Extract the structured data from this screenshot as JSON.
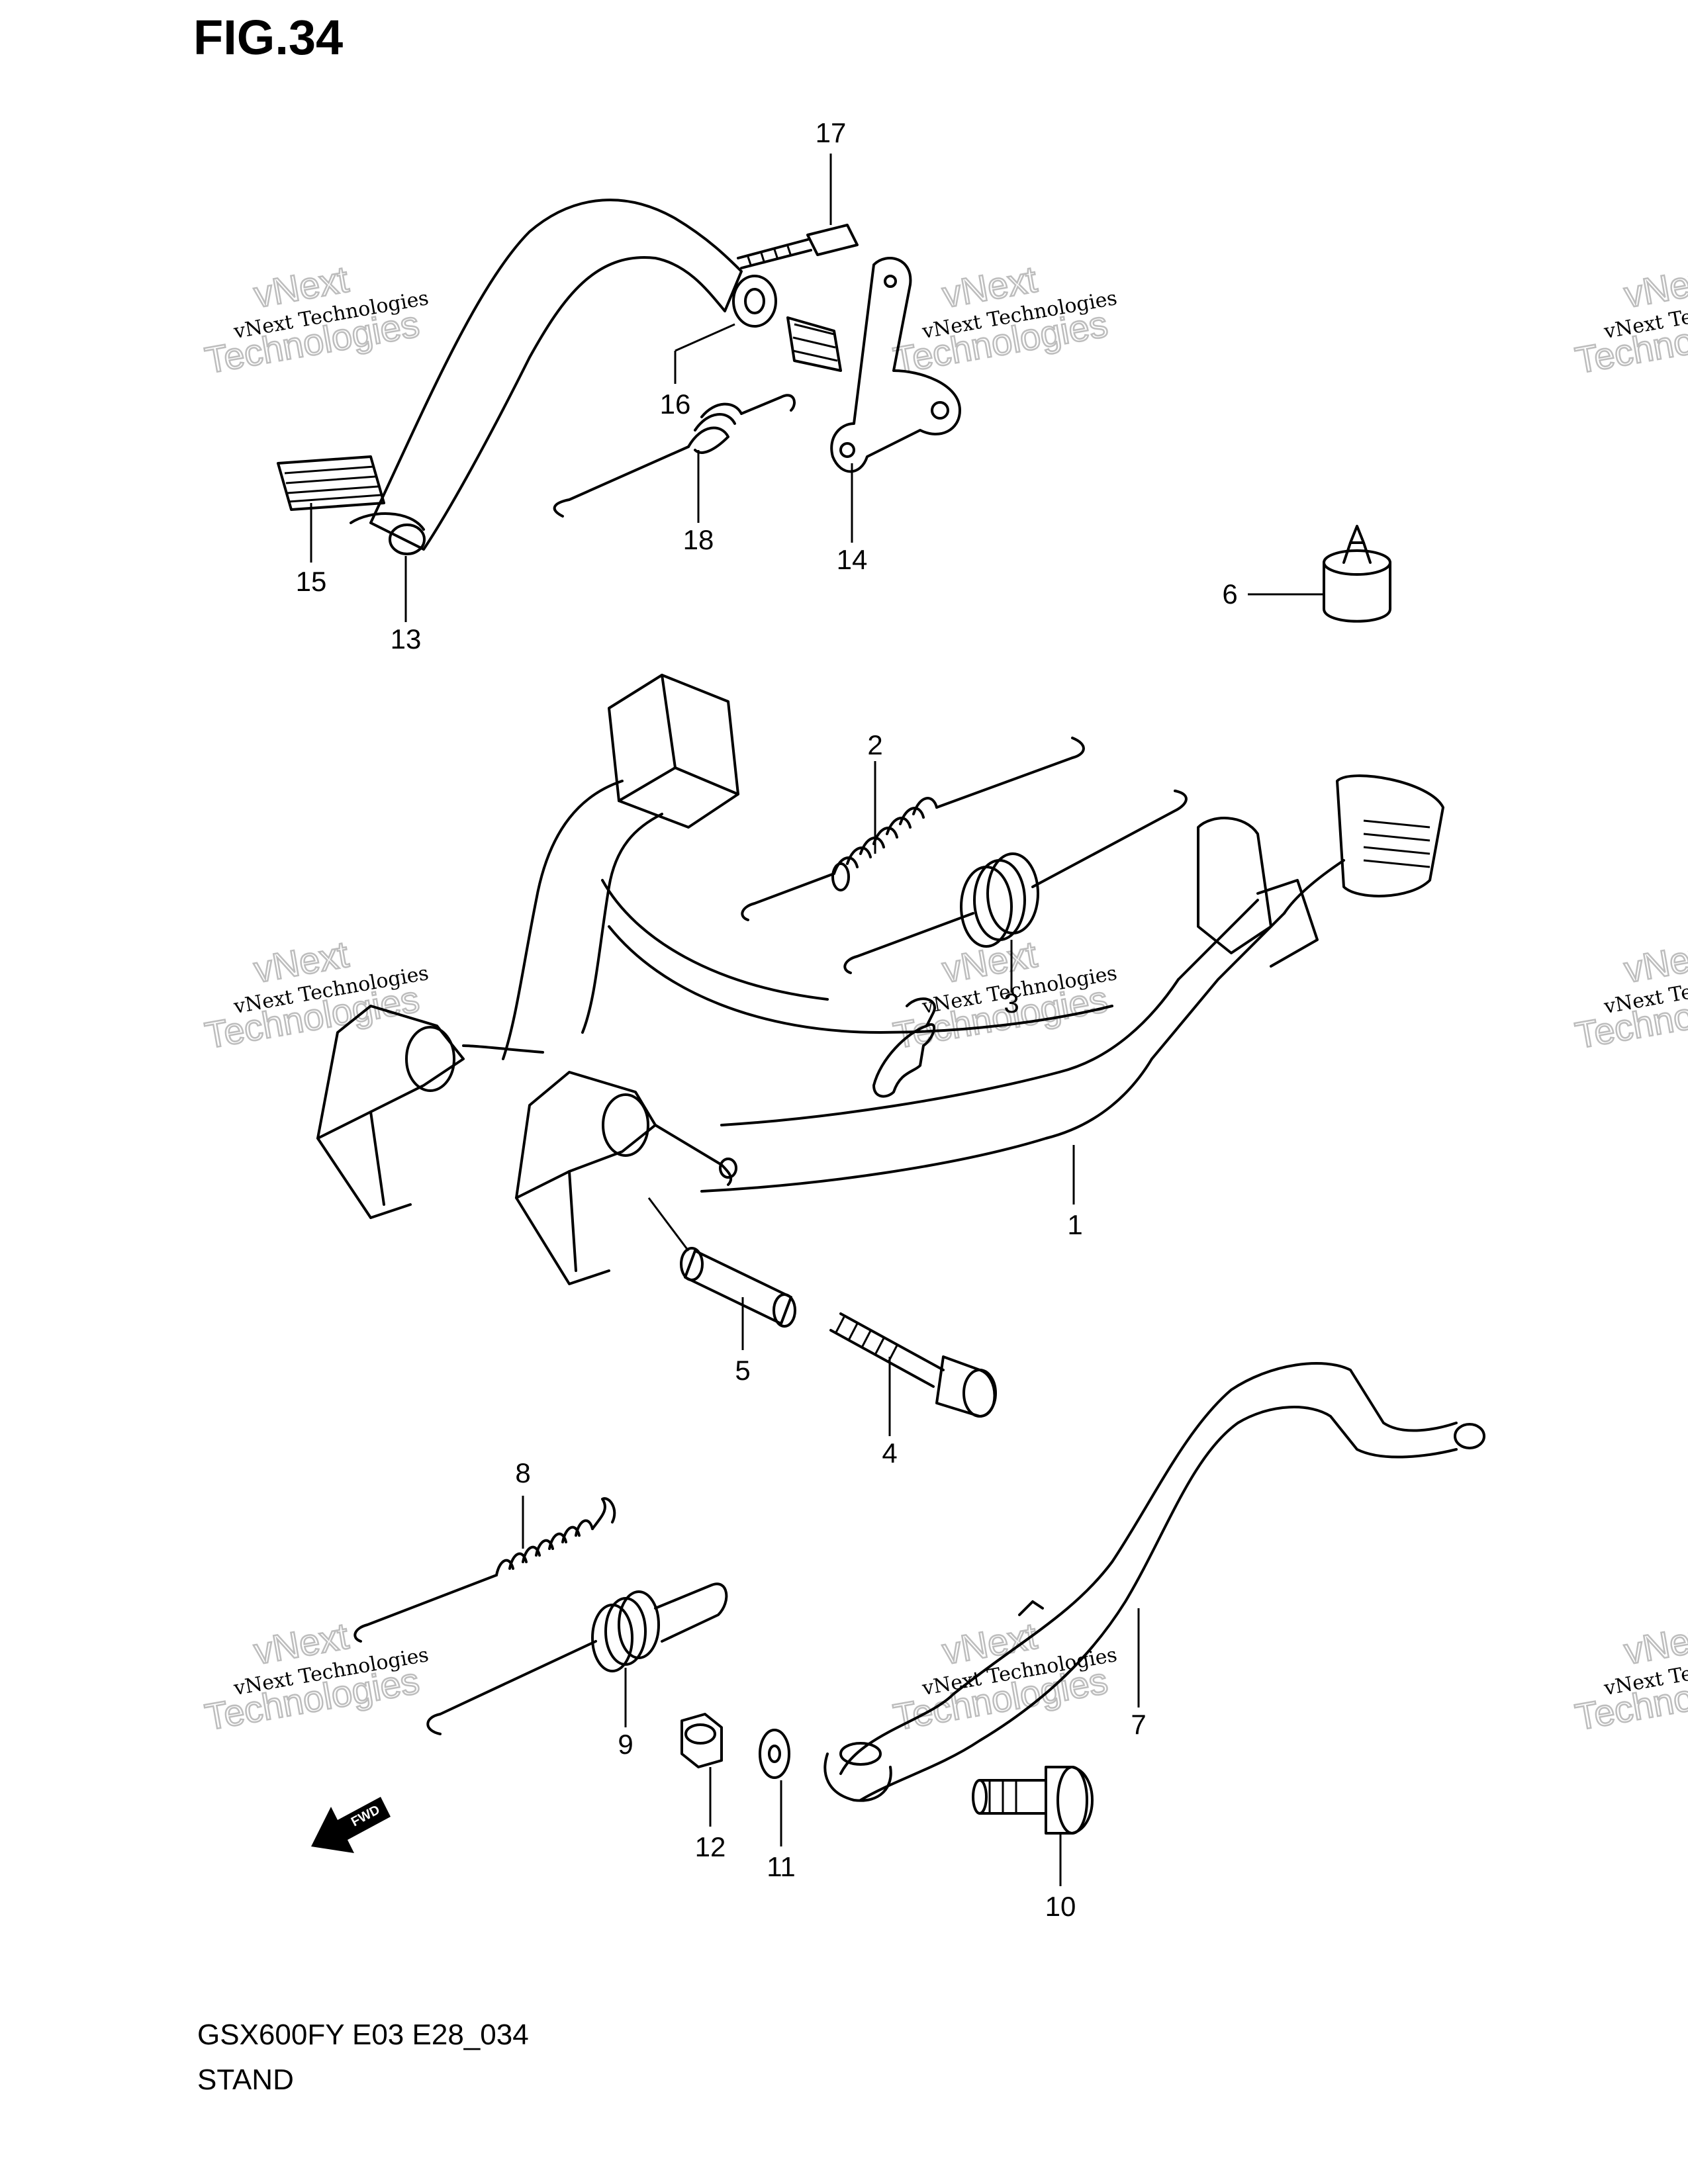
{
  "figure": {
    "title": "FIG.34",
    "code": "GSX600FY E03 E28_034",
    "name": "STAND"
  },
  "watermark": {
    "line1": "vNext Technologies",
    "line2": "Technologies",
    "line3": "vNext"
  },
  "fwd_label": "FWD",
  "callouts": [
    "1",
    "2",
    "3",
    "4",
    "5",
    "6",
    "7",
    "8",
    "9",
    "10",
    "11",
    "12",
    "13",
    "14",
    "15",
    "16",
    "17",
    "18"
  ]
}
